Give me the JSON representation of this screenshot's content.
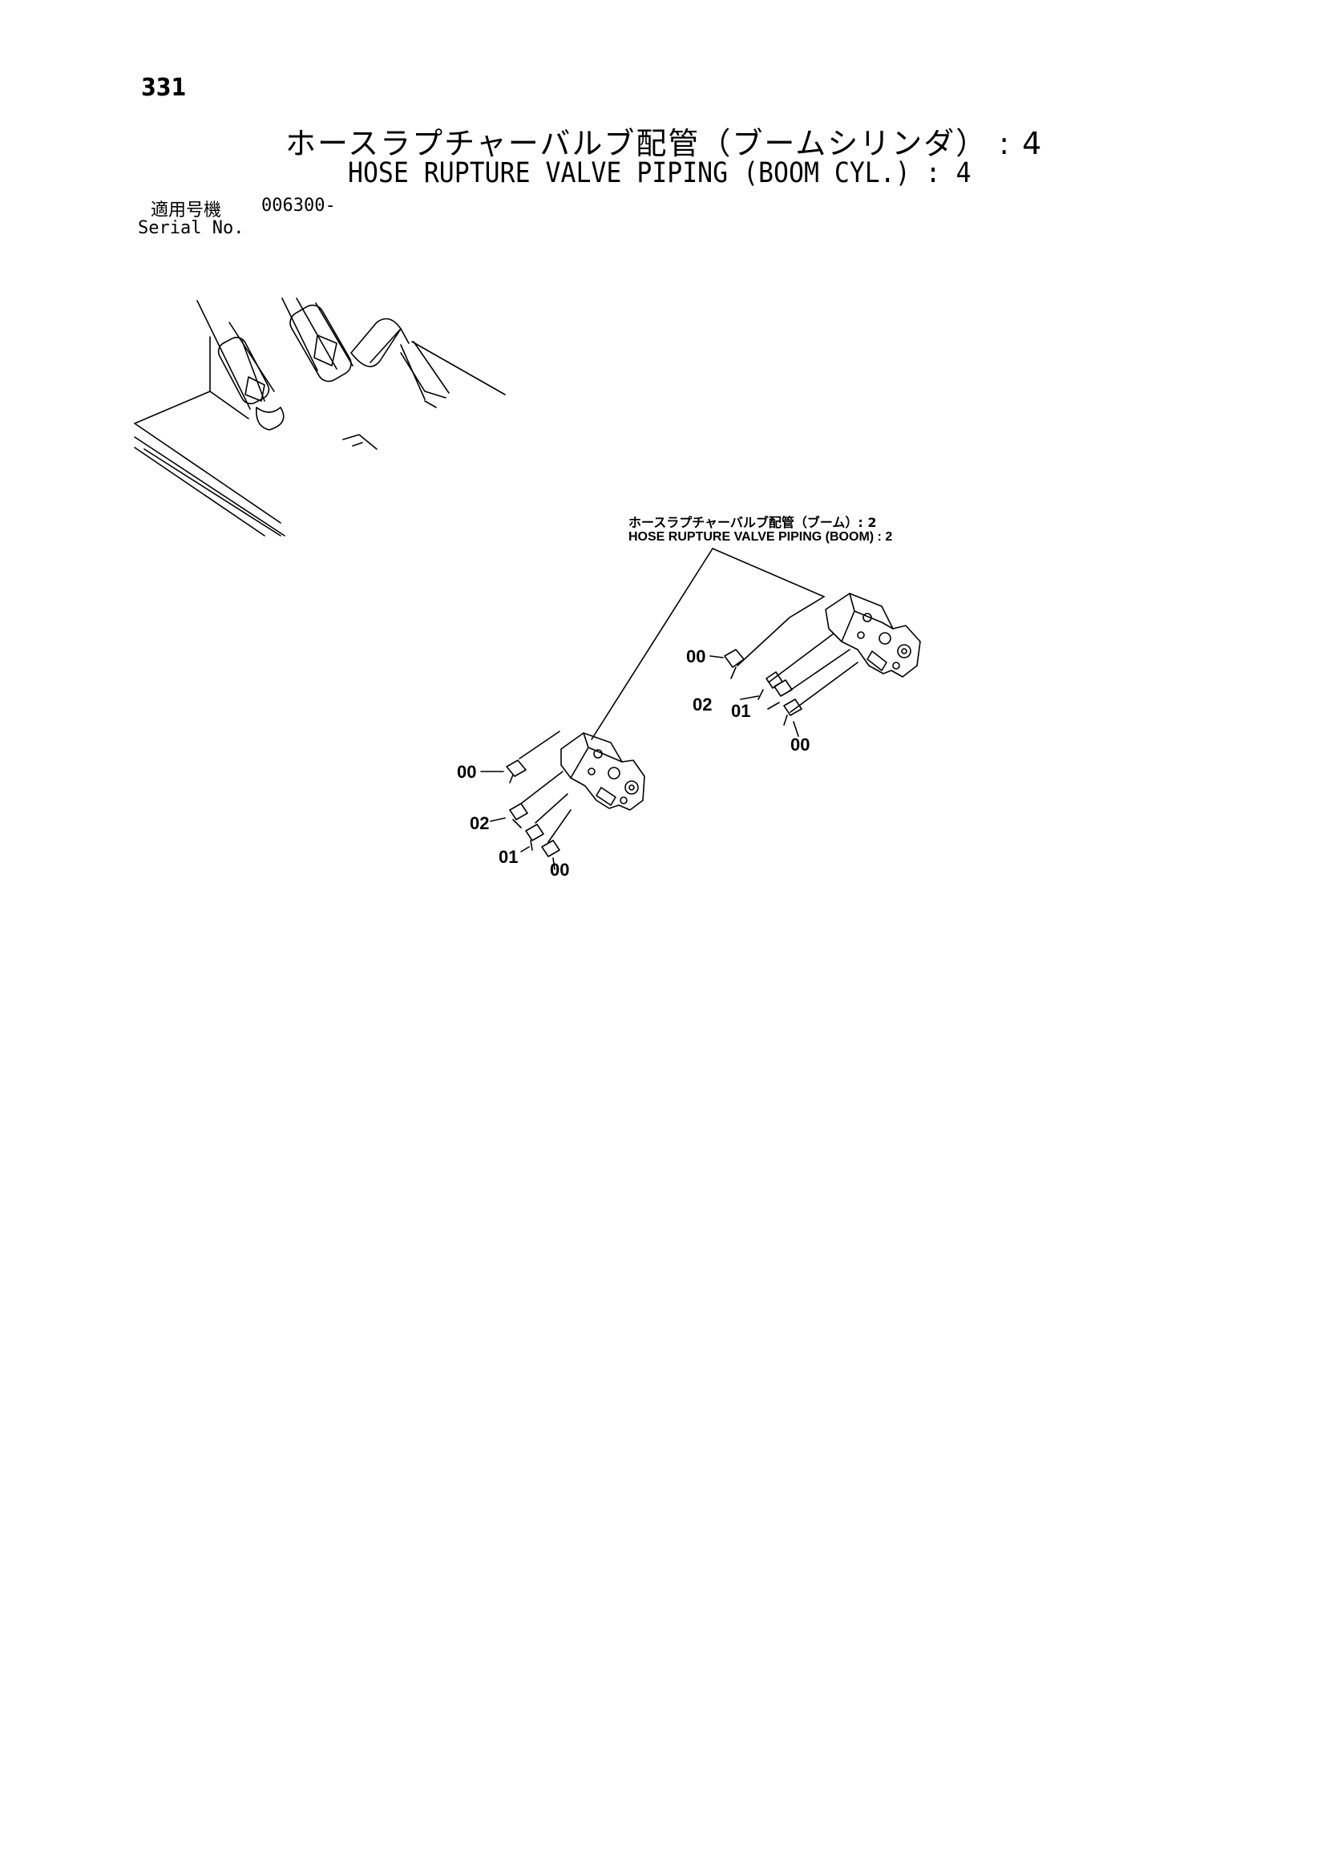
{
  "page": {
    "number": "331",
    "title_jp": "ホースラプチャーバルブ配管（ブームシリンダ） : 4",
    "title_en": "HOSE RUPTURE VALVE PIPING (BOOM CYL.) : 4",
    "serial_label_jp": "適用号機",
    "serial_value": "006300-",
    "serial_label_en": "Serial No."
  },
  "reference": {
    "title_jp": "ホースラプチャーバルブ配管（ブーム）: 2",
    "title_en": "HOSE RUPTURE VALVE PIPING (BOOM) : 2"
  },
  "callouts": {
    "right": {
      "top_00": "00",
      "c02": "02",
      "c01": "01",
      "bottom_00": "00"
    },
    "left": {
      "top_00": "00",
      "c02": "02",
      "c01": "01",
      "bottom_00": "00"
    }
  }
}
